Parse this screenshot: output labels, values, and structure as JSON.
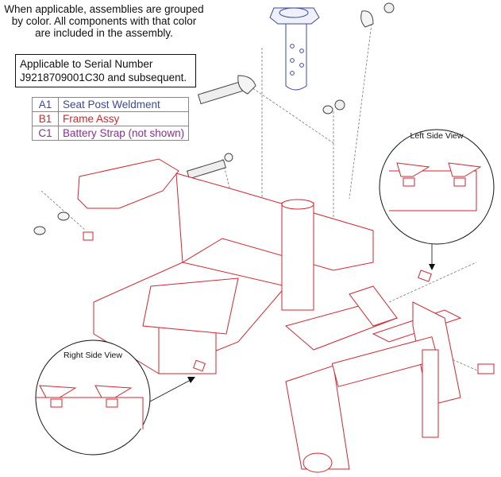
{
  "note": {
    "line1": "When applicable, assemblies are grouped",
    "line2": "by color. All components with that color",
    "line3": "are included in the assembly."
  },
  "serial": {
    "line1": "Applicable to Serial Number",
    "line2": "J9218709001C30 and subsequent."
  },
  "legend": [
    {
      "code": "A1",
      "label": "Seat Post Weldment",
      "color": "#3b4aa0"
    },
    {
      "code": "B1",
      "label": "Frame Assy",
      "color": "#d22630"
    },
    {
      "code": "C1",
      "label": "Battery Strap (not shown)",
      "color": "#8e2c97"
    }
  ],
  "views": {
    "left": "Left Side View",
    "right": "Right Side View"
  },
  "colors": {
    "frame": "#d22630",
    "seat_post": "#3b4aa0",
    "hardware": "#555555",
    "leader": "#777777"
  }
}
